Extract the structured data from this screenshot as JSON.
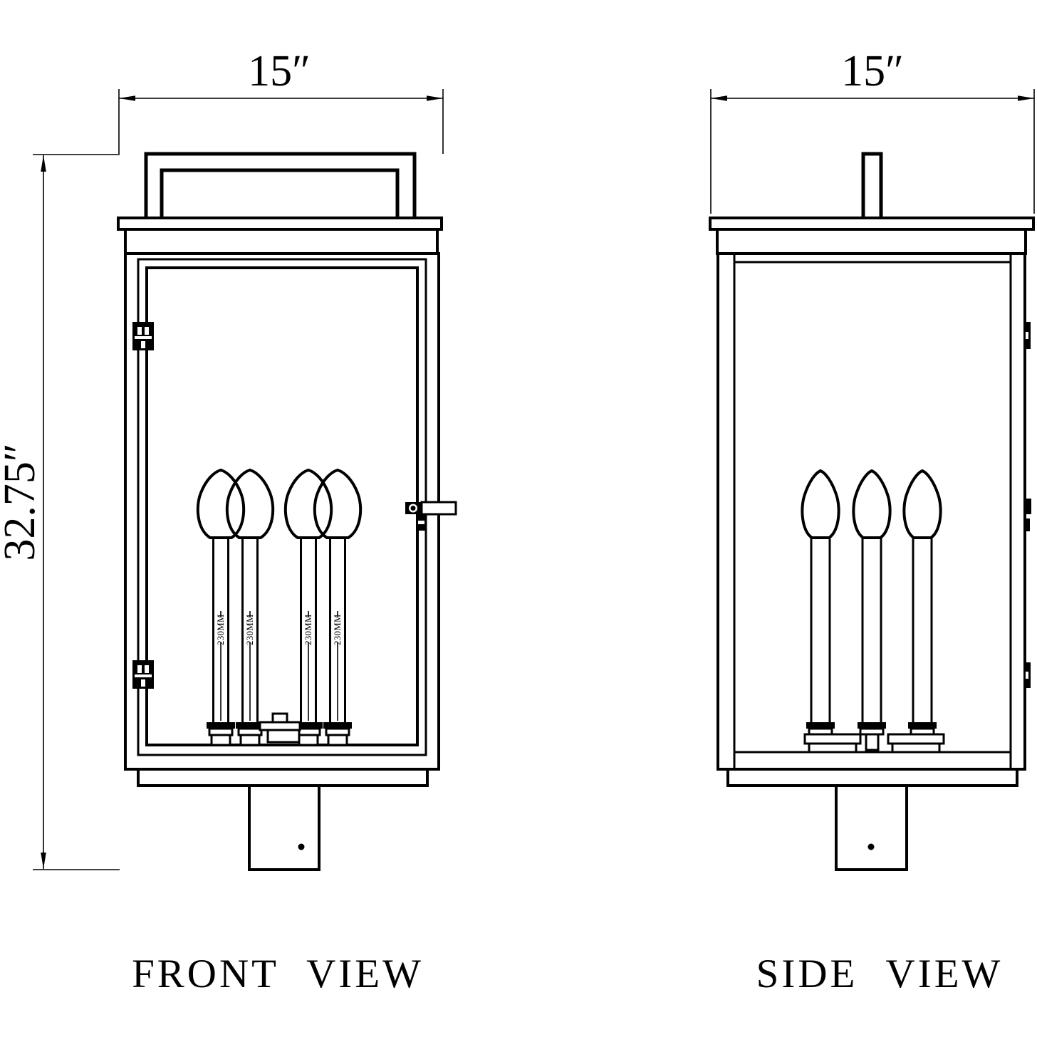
{
  "drawing": {
    "background_color": "#ffffff",
    "line_color": "#000000",
    "front_view": {
      "label": "FRONT VIEW",
      "width_dimension": "15″",
      "height_dimension": "32.75″",
      "candle_count": 4,
      "candle_annotation": "230MM"
    },
    "side_view": {
      "label": "SIDE VIEW",
      "width_dimension": "15″",
      "candle_count": 3
    }
  }
}
